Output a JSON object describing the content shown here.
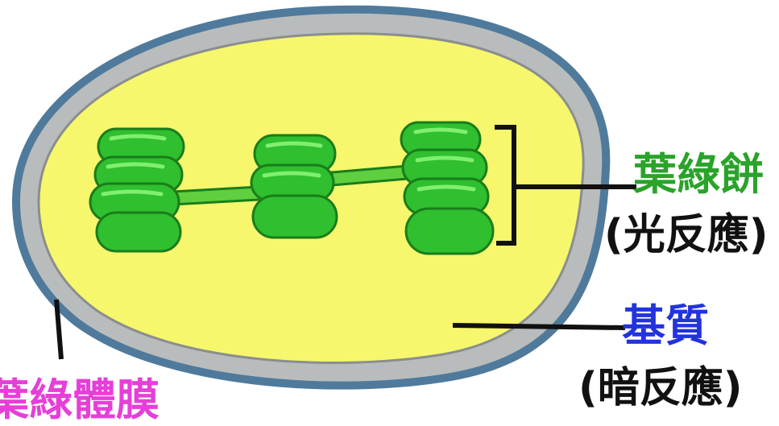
{
  "labels": {
    "grana": "葉綠餅",
    "grana_sub": "(光反應)",
    "stroma": "基質",
    "stroma_sub": "(暗反應)",
    "membrane": "葉綠體膜"
  },
  "colors": {
    "outer_membrane": "#4f7a9c",
    "inter_membrane": "#b9bcbc",
    "stroma": "#f6f76c",
    "thylakoid": "#2fbf2f",
    "thylakoid_highlight": "#5fdf5f",
    "thylakoid_edge": "#1a7d1a",
    "grana_label": "#2aa32a",
    "stroma_label": "#2233dd",
    "membrane_label": "#e63fd8"
  }
}
